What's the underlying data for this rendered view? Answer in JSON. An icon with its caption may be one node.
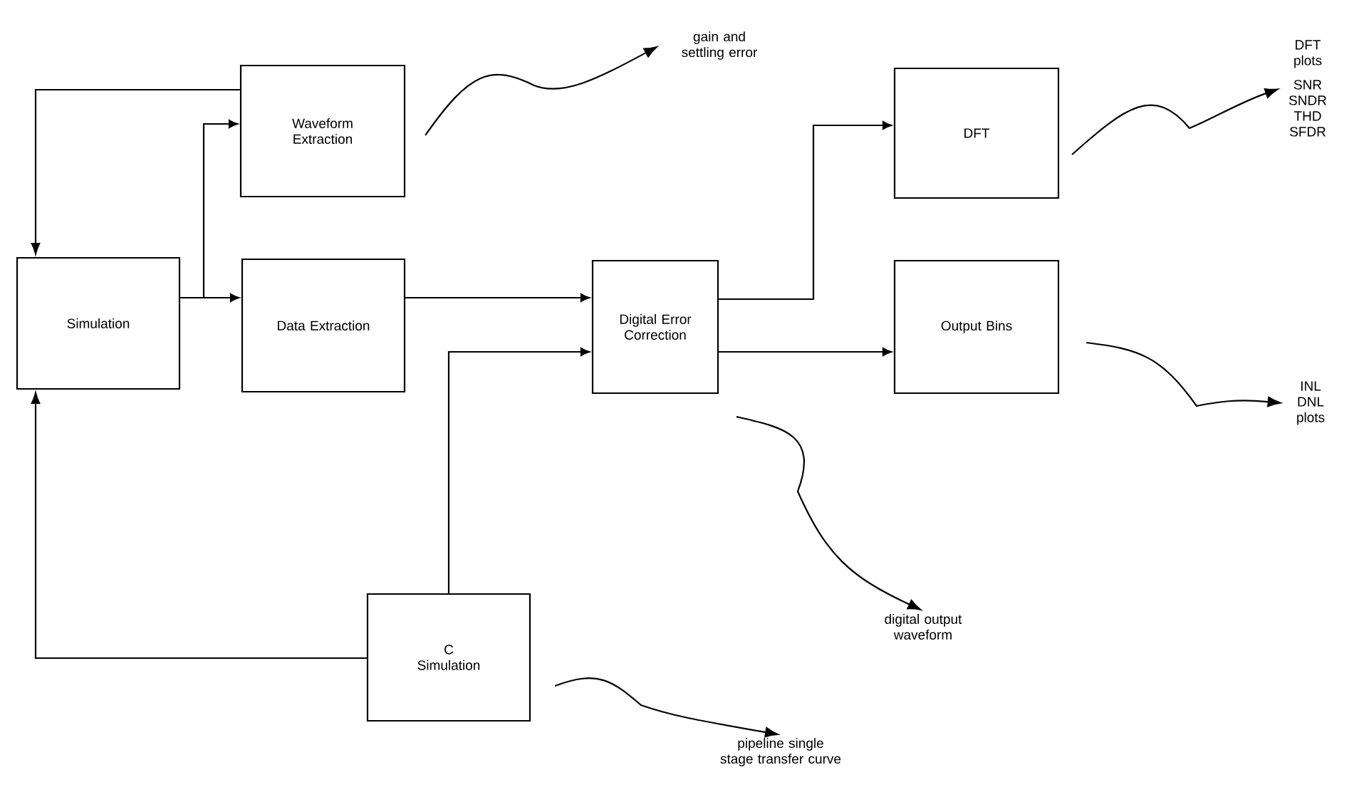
{
  "diagram": {
    "nodes": [
      {
        "text": [
          "Simulation"
        ]
      },
      {
        "text": [
          "Waveform Extraction"
        ]
      },
      {
        "text": [
          "Data Extraction"
        ]
      },
      {
        "text": [
          "Digital Error Correction"
        ]
      },
      {
        "text": [
          "DFT"
        ]
      },
      {
        "text": [
          "Output Bins"
        ]
      },
      {
        "text": [
          "C Simulation"
        ]
      },
      {
        "text": [
          "gain and settling error"
        ]
      },
      {
        "text": [
          "DFT plots",
          "SNR SNDR THD SFDR"
        ]
      },
      {
        "text": [
          "INL DNL plots"
        ]
      },
      {
        "text": [
          "digital output waveform"
        ]
      },
      {
        "text": [
          "pipeline single stage transfer curve"
        ]
      }
    ],
    "edges": [
      {
        "from": 1,
        "to": 0,
        "arrow": "to"
      },
      {
        "from": 0,
        "to": 1,
        "arrow": "to"
      },
      {
        "from": 0,
        "to": 2,
        "arrow": "to"
      },
      {
        "from": 2,
        "to": 3,
        "arrow": "to"
      },
      {
        "from": 6,
        "to": 3,
        "arrow": "to"
      },
      {
        "from": 6,
        "to": 0,
        "arrow": "to"
      },
      {
        "from": 3,
        "to": 4,
        "arrow": "to"
      },
      {
        "from": 3,
        "to": 5,
        "arrow": "to"
      },
      {
        "from": 1,
        "to": 7,
        "arrow": "to"
      },
      {
        "from": 4,
        "to": 8,
        "arrow": "to"
      },
      {
        "from": 5,
        "to": 9,
        "arrow": "to"
      },
      {
        "from": 3,
        "to": 10,
        "arrow": "to"
      },
      {
        "from": 6,
        "to": 11,
        "arrow": "to"
      }
    ]
  }
}
